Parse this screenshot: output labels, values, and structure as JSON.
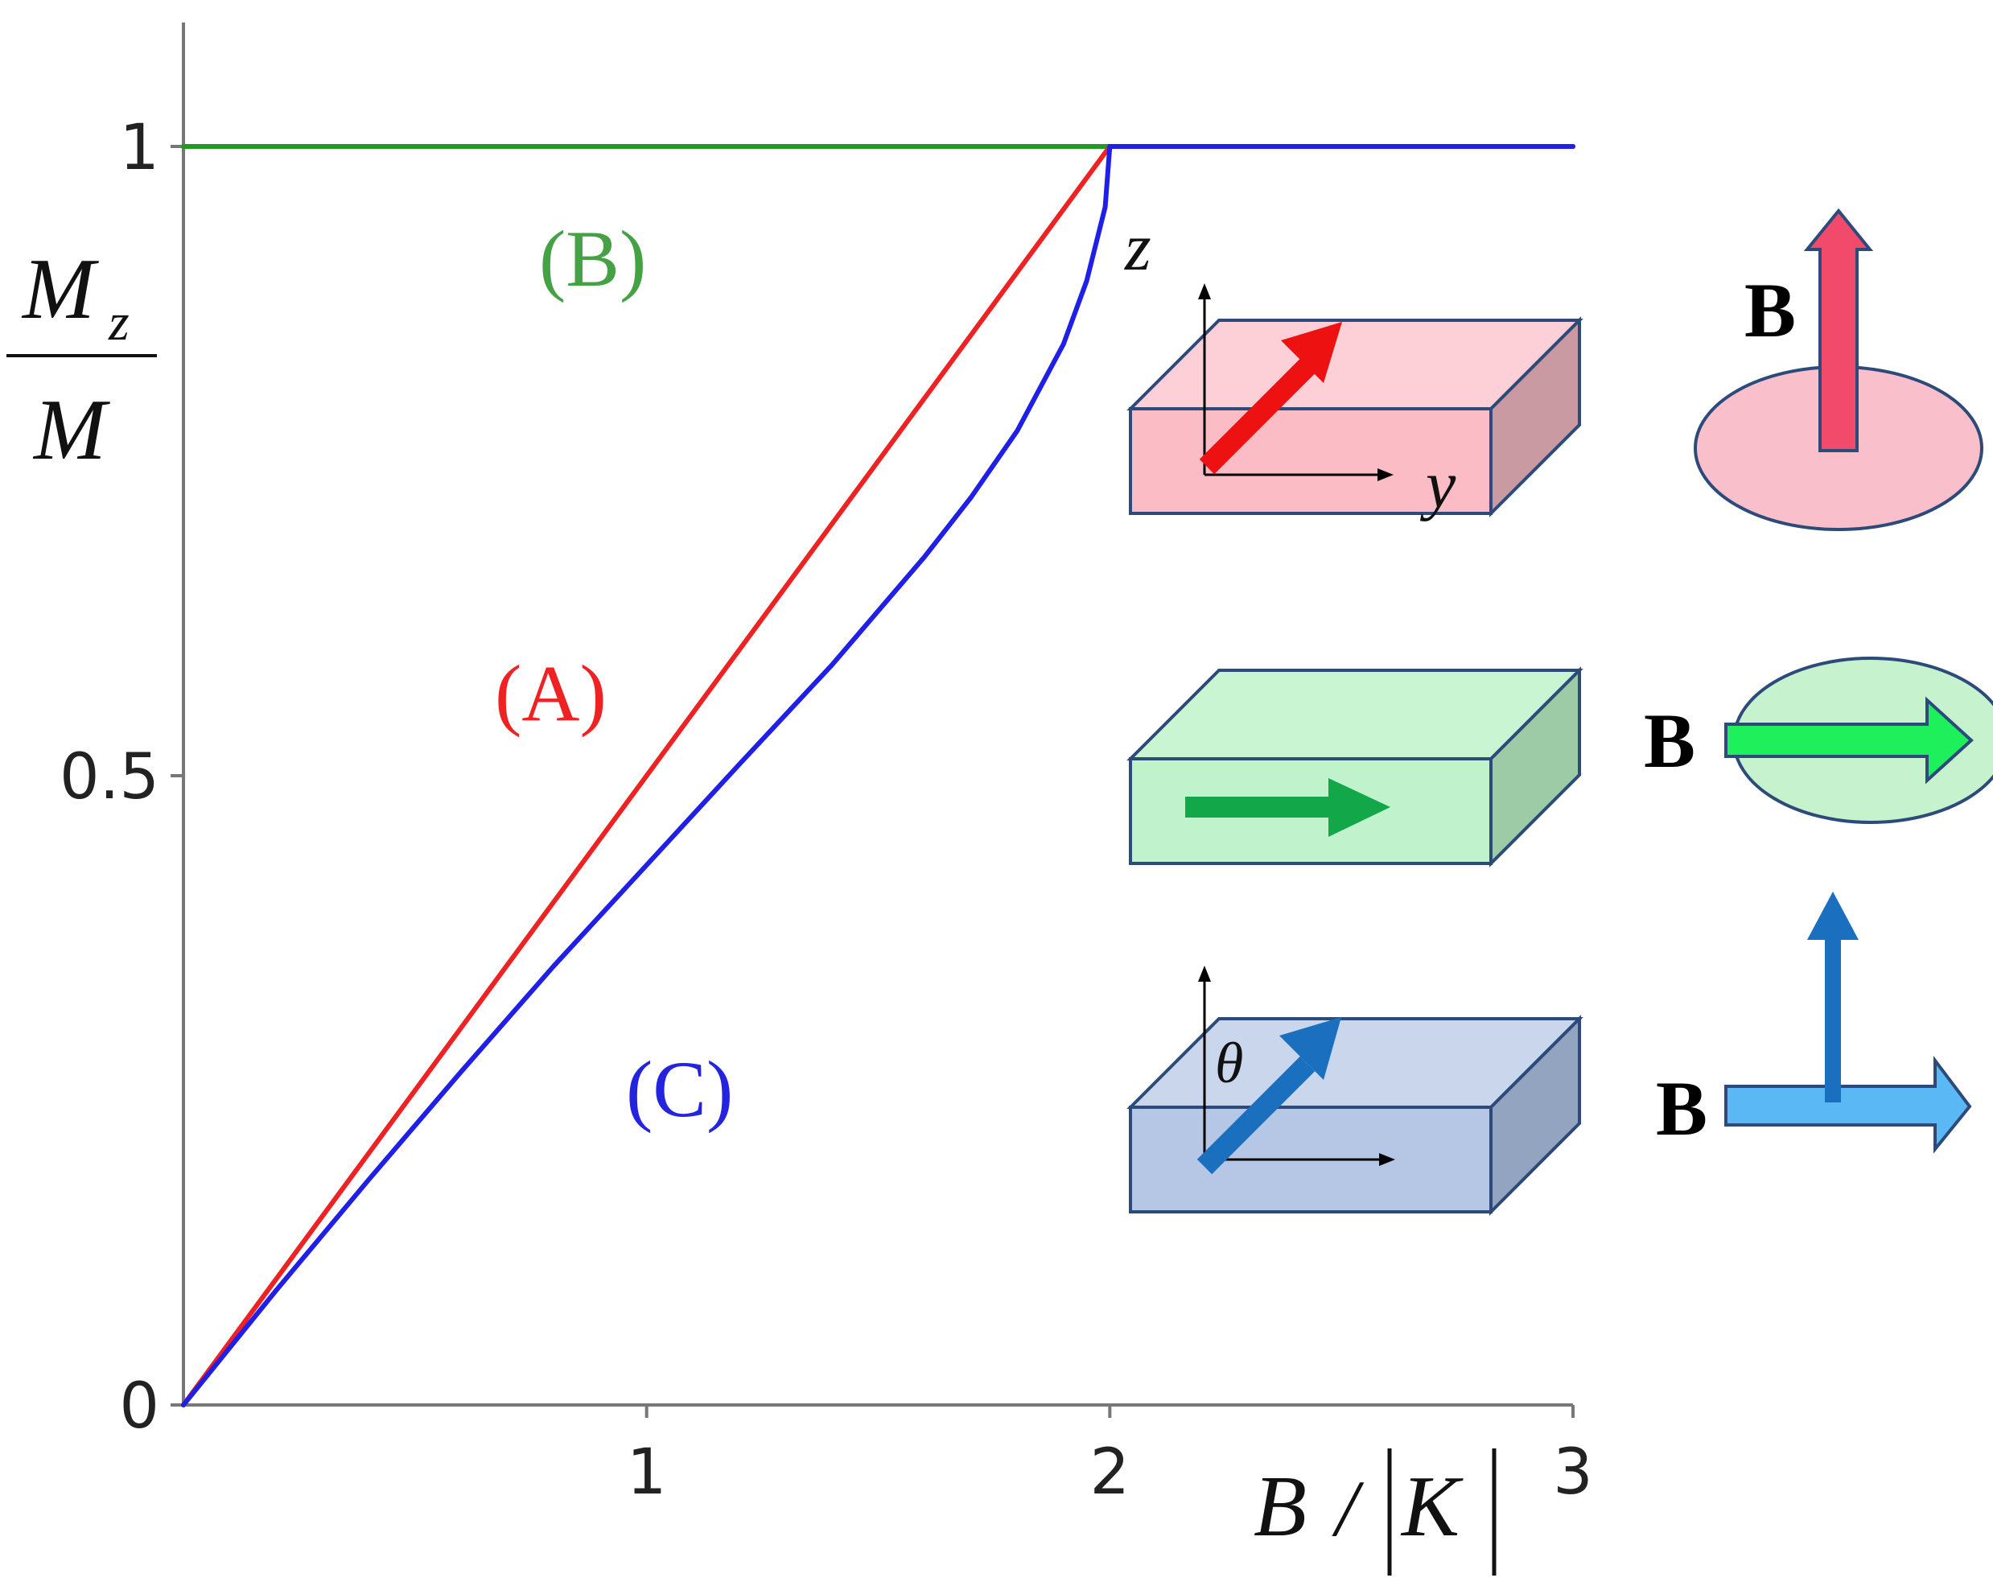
{
  "chart_data": {
    "type": "line",
    "xlim": [
      0,
      3
    ],
    "ylim": [
      0,
      1
    ],
    "x_ticks": [
      "1",
      "2",
      "3"
    ],
    "y_ticks": [
      "0",
      "0.5",
      "1"
    ],
    "ylabel": {
      "numerator": "M",
      "subscript": "z",
      "denominator": "M"
    },
    "xlabel": {
      "numerator": "B",
      "slash": "/",
      "denominator": "K"
    },
    "grid": false,
    "series": [
      {
        "name": "(A)",
        "color": "#ee2222",
        "x": [
          0,
          2,
          3
        ],
        "y": [
          0,
          1,
          1
        ]
      },
      {
        "name": "(B)",
        "color": "#229922",
        "x": [
          0,
          2,
          3
        ],
        "y": [
          1,
          1,
          1
        ]
      },
      {
        "name": "(C)",
        "color": "#1f1fe8",
        "x": [
          0,
          0.2,
          0.4,
          0.6,
          0.8,
          1.0,
          1.2,
          1.4,
          1.6,
          1.7,
          1.8,
          1.9,
          1.95,
          1.99,
          2.0,
          3.0
        ],
        "y": [
          0,
          0.091,
          0.179,
          0.265,
          0.349,
          0.429,
          0.509,
          0.588,
          0.674,
          0.721,
          0.774,
          0.843,
          0.893,
          0.952,
          1.0,
          1.0
        ]
      }
    ],
    "label_colors": {
      "A": "#ee2222",
      "B": "#44a144",
      "C": "#2323e0"
    }
  },
  "diagram": {
    "axis_z": "z",
    "axis_y": "y",
    "theta": "θ",
    "field_label": "B",
    "icons": [
      "red-magnetization-arrow",
      "green-magnetization-arrow",
      "blue-magnetization-arrow"
    ],
    "box_colors": {
      "A": {
        "top": "#fdd0d7",
        "front": "#fbbcc6",
        "side": "#c99aa2"
      },
      "B": {
        "top": "#c9f5d2",
        "front": "#c0f2cb",
        "side": "#9ccba6"
      },
      "C": {
        "top": "#c9d6ec",
        "front": "#b5c7e5",
        "side": "#93a4c0"
      }
    }
  }
}
